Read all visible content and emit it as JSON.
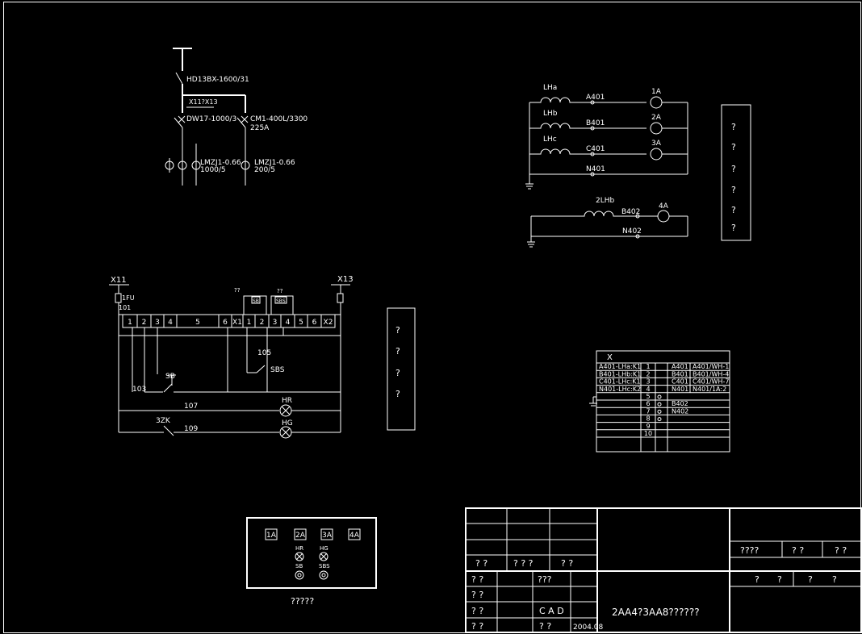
{
  "breaker": {
    "switch_model": "HD13BX-1600/31",
    "bus_label": "X11?X13",
    "main_breaker": "DW17-1000/3",
    "branch_breaker": "CM1-400L/3300",
    "branch_rating": "225A",
    "ct1_model": "LMZJ1-0.66",
    "ct1_ratio": "1000/5",
    "ct2_model": "LMZJ1-0.66",
    "ct2_ratio": "200/5"
  },
  "ammeter": {
    "ct_a": "LHa",
    "ct_b": "LHb",
    "ct_c": "LHc",
    "ct_2": "2LHb",
    "node_a": "A401",
    "node_b": "B401",
    "node_c": "C401",
    "node_n": "N401",
    "node_b2": "B402",
    "node_n2": "N402",
    "meter_1": "1A",
    "meter_2": "2A",
    "meter_3": "3A",
    "meter_4": "4A",
    "legend": [
      "?",
      "?",
      "?",
      "?",
      "?",
      "?"
    ]
  },
  "control": {
    "left_terminal": "X11",
    "right_terminal": "X13",
    "fuse": "1FU",
    "wire_101": "101",
    "wire_103": "103",
    "wire_105": "105",
    "wire_107": "107",
    "wire_109": "109",
    "strip": [
      "1",
      "2",
      "3",
      "4",
      "5",
      "6",
      "X1",
      "1",
      "2",
      "3",
      "4",
      "5",
      "6",
      "X2"
    ],
    "label_q1": "??",
    "label_q2": "??",
    "box_sb": "SB",
    "box_sbs": "SBS",
    "btn_sb": "SB",
    "btn_sbs": "SBS",
    "switch_3zk": "3ZK",
    "lamp_hr": "HR",
    "lamp_hg": "HG",
    "legend": [
      "?",
      "?",
      "?",
      "?"
    ]
  },
  "terminal_table": {
    "header": "X",
    "rows": [
      {
        "left": "A401-LHa:K1",
        "num": "1",
        "mid": "A401",
        "right": "A401/WH-1"
      },
      {
        "left": "B401-LHb:K1",
        "num": "2",
        "mid": "B401",
        "right": "B401/WH-4"
      },
      {
        "left": "C401-LHc:K1",
        "num": "3",
        "mid": "C401",
        "right": "C401/WH-7"
      },
      {
        "left": "N401-LHc:K2",
        "num": "4",
        "mid": "N401",
        "right": "N401/1A:2"
      },
      {
        "left": "",
        "num": "5",
        "mid": "",
        "right": ""
      },
      {
        "left": "",
        "num": "6",
        "mid": "B402",
        "right": ""
      },
      {
        "left": "",
        "num": "7",
        "mid": "N402",
        "right": ""
      },
      {
        "left": "",
        "num": "8",
        "mid": "",
        "right": ""
      },
      {
        "left": "",
        "num": "9",
        "mid": "",
        "right": ""
      },
      {
        "left": "",
        "num": "10",
        "mid": "",
        "right": ""
      }
    ]
  },
  "panel": {
    "meters": [
      "1A",
      "2A",
      "3A",
      "4A"
    ],
    "lamp_hr": "HR",
    "lamp_hg": "HG",
    "btn_sb": "SB",
    "btn_sbs": "SBS",
    "caption": "?????"
  },
  "title_block": {
    "r1": [
      "? ?",
      "? ? ?",
      "? ?"
    ],
    "left_labels": [
      "? ?",
      "? ?",
      "? ?",
      "? ?"
    ],
    "mid1": "???",
    "cad": "C A D",
    "qq": "?  ?",
    "date": "2004.08",
    "title": "2AA4?3AA8??????",
    "right_r1": [
      "????",
      "? ?",
      "? ?"
    ],
    "right_r2": [
      "?",
      "?",
      "?",
      "?"
    ]
  }
}
